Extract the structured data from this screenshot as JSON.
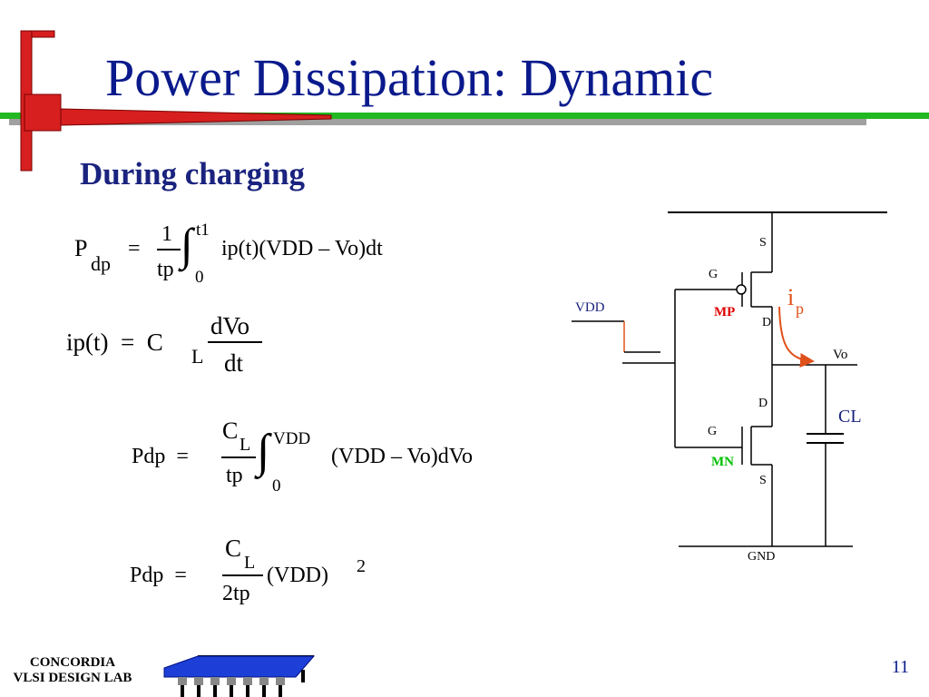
{
  "slide": {
    "title": "Power Dissipation: Dynamic",
    "subtitle": "During  charging",
    "page_number": "11"
  },
  "footer": {
    "org_line1": "CONCORDIA",
    "org_line2": "VLSI DESIGN LAB"
  },
  "equations": {
    "eq1": {
      "lhs_main": "P",
      "lhs_sub": "dp",
      "equals": "=",
      "frac_num": "1",
      "frac_den": "tp",
      "int_upper": "t1",
      "int_lower": "0",
      "integrand": "ip(t)(VDD – Vo)dt"
    },
    "eq2": {
      "lhs": "ip(t)  =  C",
      "lhs_sub": "L",
      "frac_num": "dVo",
      "frac_den": "dt"
    },
    "eq3": {
      "lhs": "Pdp  =",
      "frac_num_main": "C",
      "frac_num_sub": "L",
      "frac_den": "tp",
      "int_upper": "VDD",
      "int_lower": "0",
      "integrand": "(VDD – Vo)dVo"
    },
    "eq4": {
      "lhs": "Pdp  =",
      "frac_num_main": "C",
      "frac_num_sub": "L",
      "frac_den": "2tp",
      "rhs": "(VDD)",
      "rhs_sup": "2"
    }
  },
  "circuit": {
    "vdd_label": "VDD",
    "pmos_label": "MP",
    "nmos_label": "MN",
    "gate_p": "G",
    "gate_n": "G",
    "source_p": "S",
    "drain_p": "D",
    "drain_n": "D",
    "source_n": "S",
    "current_main": "i",
    "current_sub": "p",
    "vo_label": "Vo",
    "cl_label": "CL",
    "gnd_label": "GND",
    "colors": {
      "pmos": "#e00000",
      "nmos": "#00c000",
      "current": "#e0501a",
      "vdd": "#1a237e"
    }
  },
  "theme": {
    "title_color": "#0a1a8c",
    "logo_red": "#d71f1f",
    "rule_green": "#22b822",
    "rule_gray": "#a0a0a0"
  }
}
